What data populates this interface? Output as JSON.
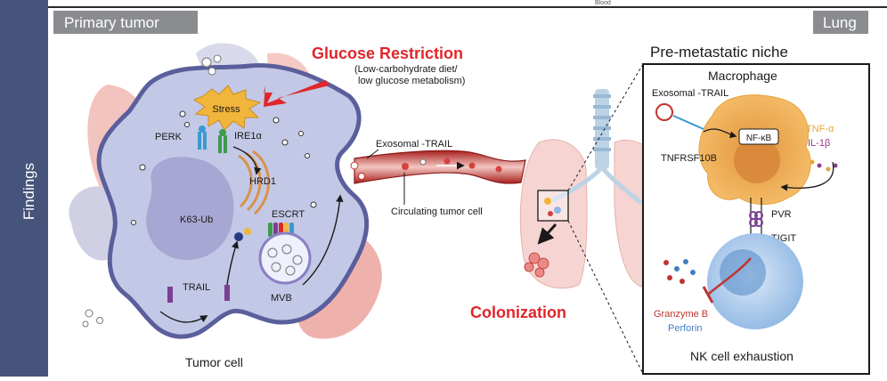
{
  "side_label": "Findings",
  "top_edge_text": "Blood",
  "panels": {
    "primary_tumor": "Primary tumor",
    "lung": "Lung"
  },
  "glucose": {
    "title": "Glucose Restriction",
    "subtitle_line1": "(Low-carbohydrate diet/",
    "subtitle_line2": "low glucose metabolism)"
  },
  "tumor_cell": {
    "stress": "Stress",
    "perk": "PERK",
    "ire1a": "IRE1α",
    "hrd1": "HRD1",
    "k63_ub": "K63-Ub",
    "escrt": "ESCRT",
    "mvb": "MVB",
    "trail": "TRAIL",
    "caption": "Tumor cell"
  },
  "circulation": {
    "exosomal_trail": "Exosomal -TRAIL",
    "circulating_cell": "Circulating tumor cell",
    "colonization": "Colonization"
  },
  "niche": {
    "title": "Pre-metastatic niche",
    "macrophage": "Macrophage",
    "exosomal_trail": "Exosomal -TRAIL",
    "nfkb": "NF-κB",
    "tnfrsf10b": "TNFRSF10B",
    "tnfa": "TNF-α",
    "il1b": "IL-1β",
    "pvr": "PVR",
    "tigit": "TIGIT",
    "granzyme": "Granzyme B",
    "perforin": "Perforin",
    "caption": "NK cell exhaustion"
  },
  "colors": {
    "side_band": "#46537a",
    "panel_header": "#8a8c90",
    "glucose_red": "#e0262c",
    "membrane": "#5a5f9c",
    "cytoplasm": "#c3c8e6",
    "nucleus": "#a8a6d2",
    "pink_cell": "#f0b7b2",
    "vessel": "#c0342f",
    "macrophage": "#f7c470",
    "nk_cell": "#b7d3ef",
    "tnfa": "#e8a43a",
    "il1b": "#8c3d8c",
    "granzyme": "#c0342f",
    "perforin": "#3f7fc0"
  }
}
